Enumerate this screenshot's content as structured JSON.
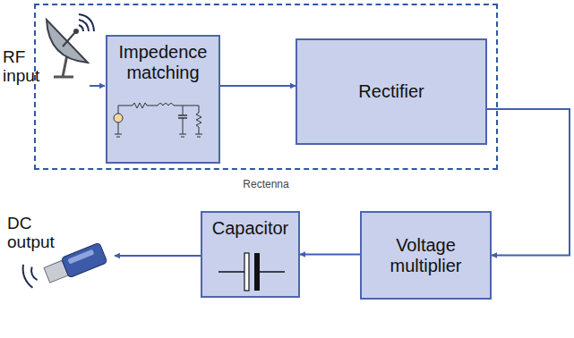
{
  "diagram": {
    "nodes": [
      {
        "text": [
          "Rectenna"
        ]
      },
      {
        "text": [
          "Impedence matching"
        ],
        "in": 0
      },
      {
        "text": [
          "Rectifier"
        ],
        "in": 0
      },
      {
        "text": [
          "Voltage multiplier"
        ]
      },
      {
        "text": [
          "Capacitor"
        ]
      }
    ],
    "edges": [
      {
        "from": 1,
        "to": 2,
        "arrow": "to"
      },
      {
        "from": 2,
        "to": 3,
        "arrow": "to"
      },
      {
        "from": 3,
        "to": 4,
        "arrow": "to"
      }
    ],
    "labels": [
      "RF input",
      "DC output"
    ]
  }
}
